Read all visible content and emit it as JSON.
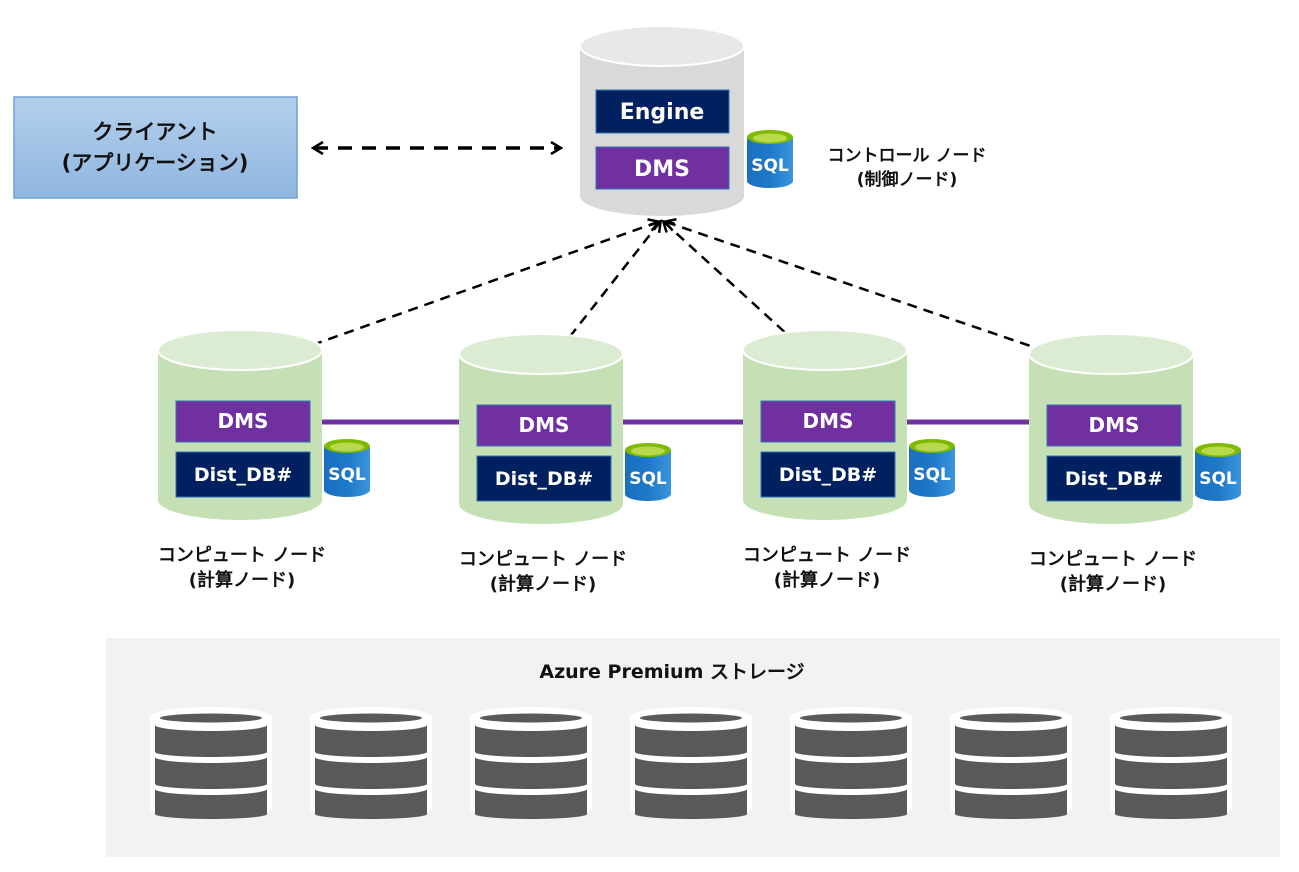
{
  "client": {
    "line1": "クライアント",
    "line2": "(アプリケーション)"
  },
  "control_node": {
    "engine_label": "Engine",
    "dms_label": "DMS",
    "sql_icon_label": "SQL",
    "caption_line1": "コントロール ノード",
    "caption_line2": "(制御ノード)"
  },
  "compute_nodes": [
    {
      "dms_label": "DMS",
      "db_label": "Dist_DB#",
      "sql_icon_label": "SQL",
      "caption_line1": "コンピュート ノード",
      "caption_line2": "(計算ノード)"
    },
    {
      "dms_label": "DMS",
      "db_label": "Dist_DB#",
      "sql_icon_label": "SQL",
      "caption_line1": "コンピュート ノード",
      "caption_line2": "(計算ノード)"
    },
    {
      "dms_label": "DMS",
      "db_label": "Dist_DB#",
      "sql_icon_label": "SQL",
      "caption_line1": "コンピュート ノード",
      "caption_line2": "(計算ノード)"
    },
    {
      "dms_label": "DMS",
      "db_label": "Dist_DB#",
      "sql_icon_label": "SQL",
      "caption_line1": "コンピュート ノード",
      "caption_line2": "(計算ノード)"
    }
  ],
  "storage": {
    "title": "Azure Premium ストレージ",
    "disk_count": 7
  },
  "colors": {
    "client_fill": "#9dc3e6",
    "control_cylinder": "#d9d9d9",
    "compute_cylinder": "#c5e0b4",
    "engine_box": "#002060",
    "dms_box": "#7030a0",
    "db_box": "#002060",
    "sql_icon": "#1e78c8",
    "storage_bg": "#f2f2f2",
    "disk": "#595959"
  }
}
